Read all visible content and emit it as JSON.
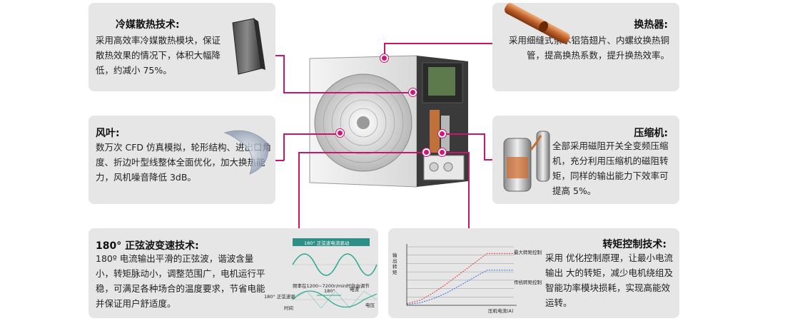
{
  "card_coolant": {
    "title": "冷媒散热技术:",
    "body": "采用高效率冷媒散热模块，保证散热效果的情况下，体积大幅降低，约减小 75%。"
  },
  "card_fan": {
    "title": "风叶:",
    "body": "数万次 CFD 仿真模拟，轮形结构、进出口角度、折边叶型线整体全面优化，加大换热能力，风机噪音降低 3dB。"
  },
  "card_sine": {
    "title": "180° 正弦波变速技术:",
    "body": "180º 电流输出平滑的正弦波，谐波含量小，转矩脉动小，调整范围广，电机运行平稳，可满足各种场合的温度要求，节省电能并保证用户舒适度。",
    "chart": {
      "banner": "180° 正弦波电流驱动",
      "note": "频率在1200~7200r/min时自由调节",
      "angle_label": "180°",
      "left_label": "180° 正弦波驱",
      "time_label": "时间",
      "current_label": "电流",
      "voltage_label": "电压"
    }
  },
  "card_exchanger": {
    "title": "换热器:",
    "body": "采用细缝式亲水铝箔翅片、内螺纹换热铜管，提高换热系数，提升换热效率。"
  },
  "card_compressor": {
    "title": "压缩机:",
    "body": "全部采用磁阻开关全变频压缩机，充分利用压缩机的磁阻转矩，同样的输出能力下效率可提高 5%。"
  },
  "card_torque": {
    "title": "转矩控制技术:",
    "body": "采用 优化控制原理，让最小电流输出 大的转矩，减少电机绕组及智能功率模块损耗，实现高能效运转。"
  },
  "chart_data": {
    "type": "line",
    "title": "",
    "xlabel": "压机电流(A)",
    "ylabel": "输出转矩",
    "series": [
      {
        "name": "最大转矩控制",
        "color": "#e03a3a",
        "style": "dashed",
        "x": [
          0,
          1,
          2,
          3,
          4,
          5,
          6,
          7,
          8
        ],
        "y": [
          0.2,
          0.6,
          1.5,
          2.6,
          3.8,
          5.0,
          6.2,
          6.2,
          6.2
        ]
      },
      {
        "name": "传统转矩控制",
        "color": "#3a6ee0",
        "style": "dashed",
        "x": [
          0,
          1,
          2,
          3,
          4,
          5,
          6,
          7,
          8
        ],
        "y": [
          0.1,
          0.3,
          0.8,
          1.5,
          2.4,
          3.3,
          4.2,
          4.2,
          4.2
        ]
      }
    ],
    "xlim": [
      0,
      8
    ],
    "ylim": [
      0,
      7
    ],
    "grid": true
  },
  "colors": {
    "accent": "#c8166e",
    "card": "#e6e6e6"
  }
}
